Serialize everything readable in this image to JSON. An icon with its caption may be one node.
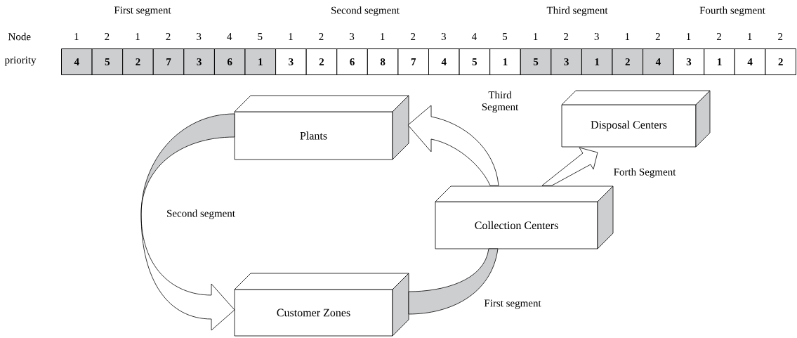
{
  "diagram": {
    "nodes": [
      {
        "text": [
          "Plants"
        ]
      },
      {
        "text": [
          "Customer Zones"
        ]
      },
      {
        "text": [
          "Collection Centers"
        ]
      },
      {
        "text": [
          "Disposal Centers"
        ]
      }
    ],
    "edges": [
      {
        "from": 2,
        "to": 1,
        "arrow": "none",
        "label": "First segment"
      },
      {
        "from": 0,
        "to": 1,
        "arrow": "to",
        "label": "Second segment"
      },
      {
        "from": 2,
        "to": 0,
        "arrow": "to",
        "label": "Third Segment"
      },
      {
        "from": 2,
        "to": 3,
        "arrow": "to",
        "label": "Forth Segment"
      }
    ],
    "labels": [
      "First segment",
      "Second segment",
      "Third segment",
      "Fourth segment",
      "Node",
      "1",
      "2",
      "1",
      "2",
      "3",
      "4",
      "5",
      "1",
      "2",
      "3",
      "1",
      "2",
      "3",
      "4",
      "5",
      "1",
      "2",
      "3",
      "1",
      "2",
      "1",
      "2",
      "1",
      "2",
      "priority",
      "4",
      "5",
      "2",
      "7",
      "3",
      "6",
      "1",
      "3",
      "2",
      "6",
      "8",
      "7",
      "4",
      "5",
      "1",
      "5",
      "3",
      "1",
      "2",
      "4",
      "3",
      "1",
      "4",
      "2"
    ]
  }
}
